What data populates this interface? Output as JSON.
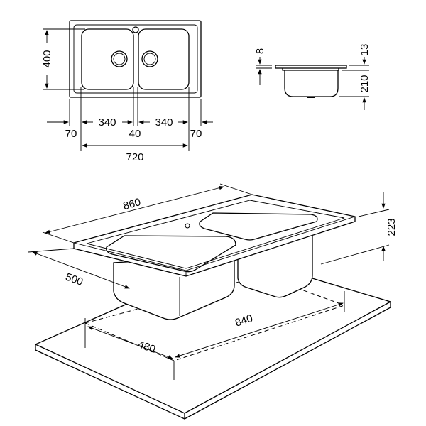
{
  "top_view": {
    "height": "400",
    "bowl_left": "340",
    "gap": "40",
    "bowl_right": "340",
    "margin_left": "70",
    "margin_right": "70",
    "total_bowls": "720"
  },
  "side_view": {
    "flange": "8",
    "rim": "13",
    "depth": "210"
  },
  "iso_view": {
    "length": "860",
    "width": "500",
    "height": "223",
    "cutout_width": "480",
    "cutout_length": "840"
  }
}
